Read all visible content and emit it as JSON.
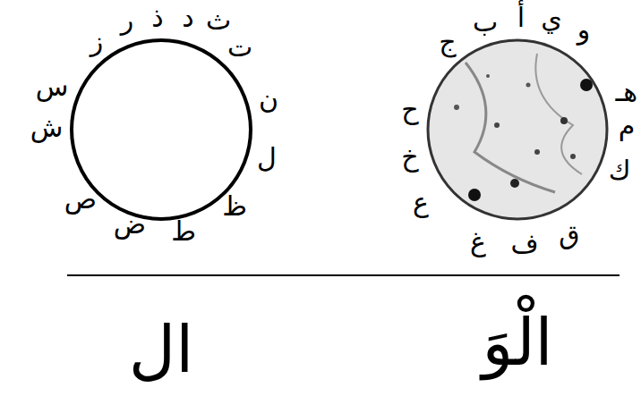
{
  "diagram": {
    "labels": [
      "ت",
      "ث",
      "د",
      "ذ",
      "ر",
      "ز",
      "س",
      "ش",
      "ص",
      "ض",
      "ط",
      "ظ",
      "ل",
      "ن",
      "أ",
      "ي",
      "و",
      "هـ",
      "م",
      "ك",
      "ق",
      "ف",
      "غ",
      "ع",
      "خ",
      "ح",
      "ج",
      "ب",
      "ال",
      "الْوَ"
    ]
  }
}
